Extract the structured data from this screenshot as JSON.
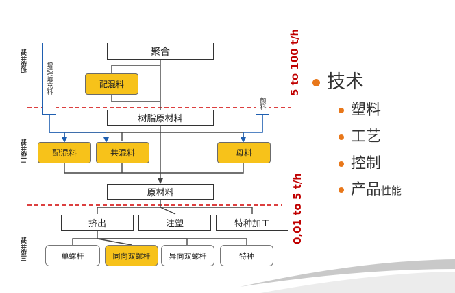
{
  "diagram": {
    "stage_labels": [
      "初级共混",
      "二级共混",
      "三级共混"
    ],
    "throughput_top": "5 to 100 t/h",
    "throughput_bottom": "0,01 to 5 t/h",
    "nodes": {
      "polymerization": "聚合",
      "compound_top": "配混料",
      "resin": "树脂原材料",
      "filler": "增强/填充料",
      "pigment": "颜料",
      "compound_left": "配混料",
      "blend": "共混料",
      "masterbatch": "母料",
      "raw_material": "原材料",
      "extrusion": "挤出",
      "injection": "注塑",
      "special_processing": "特种加工",
      "single_screw": "单螺杆",
      "corotating_twin": "同向双螺杆",
      "counterrotating_twin": "异向双螺杆",
      "special": "特种"
    }
  },
  "outline": {
    "main": "技术",
    "items": [
      "塑料",
      "工艺",
      "控制"
    ],
    "last_item_big": "产品",
    "last_item_small": "性能"
  },
  "colors": {
    "accent_gold": "#f7c21a",
    "dashed_red": "#d00000",
    "connector_blue": "#1f5fb0",
    "bullet_orange": "#e8771a",
    "text_red": "#c00000"
  }
}
